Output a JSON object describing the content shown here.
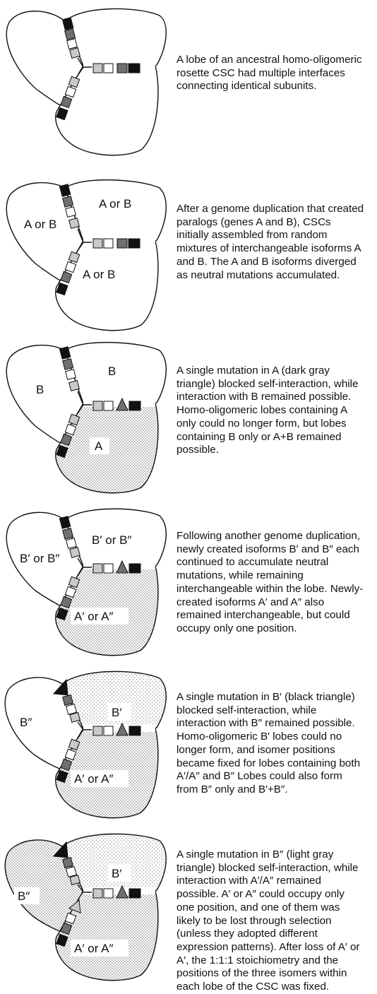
{
  "colors": {
    "black": "#111111",
    "dark_gray": "#6f6f6f",
    "light_gray": "#c9c9c9",
    "white": "#ffffff",
    "stipple": "#2a2a2a"
  },
  "panels": [
    {
      "lobe_labels": [],
      "caption_lines": [
        "A lobe of an ancestral homo-oligomeric",
        "rosette CSC had multiple interfaces",
        "connecting identical subunits."
      ]
    },
    {
      "lobe_labels": [
        "A or B",
        "A or B",
        "A or B"
      ],
      "caption_lines": [
        "After a genome duplication that created",
        "paralogs (genes A and B), CSCs",
        "initially assembled from random",
        "mixtures of interchangeable isoforms A",
        "and B. The A and B isoforms diverged",
        "as neutral mutations accumulated."
      ]
    },
    {
      "lobe_labels": [
        "B",
        "B",
        "A"
      ],
      "caption_lines": [
        "A single mutation in A (dark gray",
        "triangle) blocked self-interaction, while",
        "interaction with B remained possible.",
        "Homo-oligomeric lobes containing A",
        "only could no longer form, but lobes",
        "containing B only or A+B remained",
        "possible."
      ]
    },
    {
      "lobe_labels": [
        "B′ or B″",
        "B′ or B″",
        "A′ or A″"
      ],
      "caption_lines": [
        "Following another genome duplication,",
        "newly created isoforms B′ and B″ each",
        "continued to accumulate neutral",
        "mutations, while remaining",
        "interchangeable within the lobe. Newly-",
        "created isoforms A′ and A″ also",
        "remained interchangeable, but could",
        "occupy only one position."
      ]
    },
    {
      "lobe_labels": [
        "B″",
        "B′",
        "A′ or A″"
      ],
      "caption_lines": [
        "A single mutation in B′ (black triangle)",
        "blocked self-interaction, while",
        "interaction with B″ remained possible.",
        "Homo-oligomeric B′ lobes could no",
        "longer form, and isomer positions",
        "became fixed for lobes containing both",
        "A′/A″ and B″ Lobes could also form",
        "from B″ only and B′+B″."
      ]
    },
    {
      "lobe_labels": [
        "B″",
        "B′",
        "A′ or A″"
      ],
      "caption_lines": [
        "A single mutation in B″ (light gray",
        "triangle) blocked self-interaction, while",
        "interaction with A′/A″ remained",
        "possible. A′ or A″  could occupy only",
        "one position, and one of them was",
        "likely to be lost through selection",
        "(unless they adopted different",
        "expression patterns). After loss of A′ or",
        "A′, the 1:1:1 stoichiometry and the",
        "positions of the three isomers within",
        "each lobe of the CSC was fixed."
      ]
    }
  ]
}
